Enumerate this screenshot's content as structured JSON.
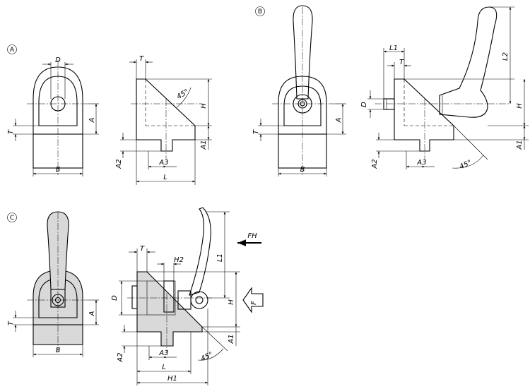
{
  "views": {
    "A": {
      "tag": "A",
      "labels": {
        "D": "D",
        "T": "T",
        "A": "A",
        "B": "B",
        "H": "H",
        "A1": "A1",
        "A2": "A2",
        "A3": "A3",
        "L": "L",
        "angle": "45°"
      }
    },
    "B": {
      "tag": "B",
      "labels": {
        "T": "T",
        "A": "A",
        "B": "B",
        "L1": "L1",
        "L2": "L2",
        "D": "D",
        "H": "H",
        "A1": "A1",
        "A2": "A2",
        "A3": "A3",
        "angle": "45°"
      }
    },
    "C": {
      "tag": "C",
      "labels": {
        "T": "T",
        "A": "A",
        "B": "B",
        "D": "D",
        "H2": "H2",
        "L1": "L1",
        "H": "H",
        "A1": "A1",
        "A2": "A2",
        "A3": "A3",
        "L": "L",
        "H1": "H1",
        "angle": "45°",
        "FH": "FH",
        "F": "F"
      }
    }
  }
}
